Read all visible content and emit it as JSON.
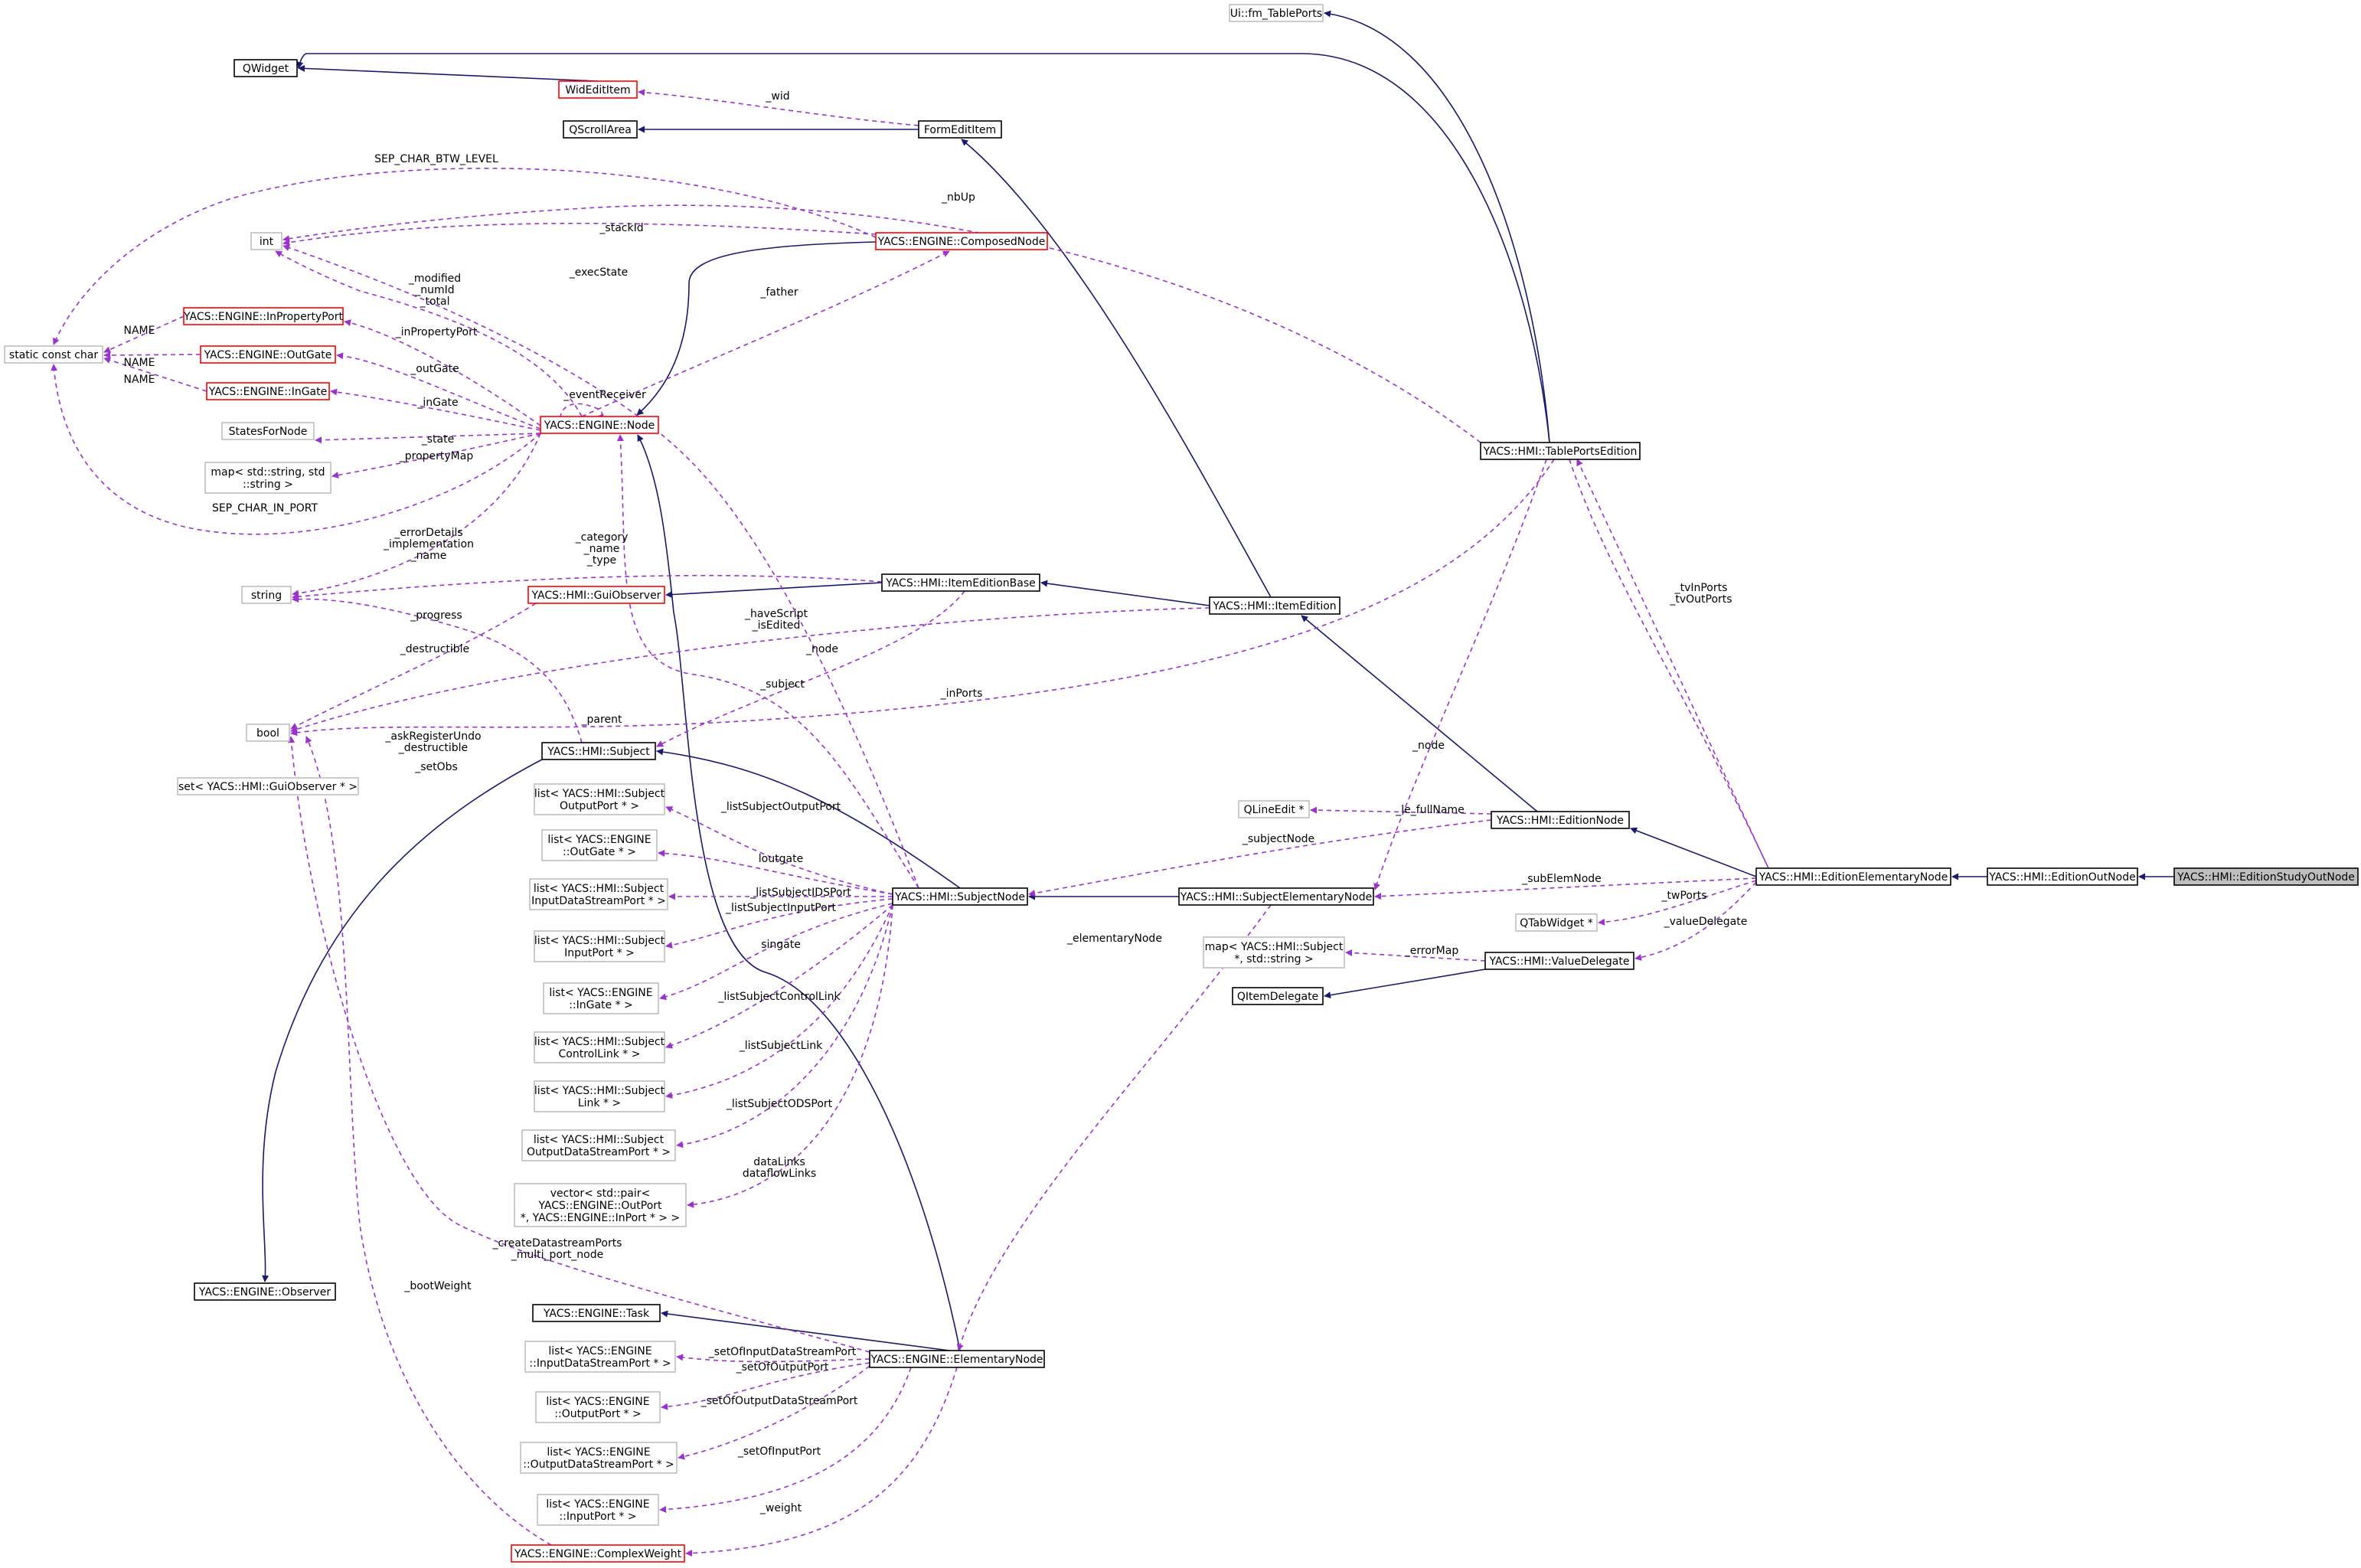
{
  "colors": {
    "inherit": "#191970",
    "member": "#9a32cd",
    "node_black": "#000000",
    "node_red": "#ff0000",
    "node_gray": "#bfbfbf",
    "highlight_fill": "#bfbfbf"
  },
  "nodes": {
    "ui_fm_tableports": {
      "lines": [
        "Ui::fm_TablePorts"
      ],
      "style": "gray"
    },
    "qwidget": {
      "lines": [
        "QWidget"
      ],
      "style": "black"
    },
    "wideditem": {
      "lines": [
        "WidEditItem"
      ],
      "style": "red"
    },
    "qscrollarea": {
      "lines": [
        "QScrollArea"
      ],
      "style": "black"
    },
    "formedititem": {
      "lines": [
        "FormEditItem"
      ],
      "style": "black"
    },
    "int": {
      "lines": [
        "int"
      ],
      "style": "gray"
    },
    "composednode": {
      "lines": [
        "YACS::ENGINE::ComposedNode"
      ],
      "style": "red"
    },
    "static_const_char": {
      "lines": [
        "static const char"
      ],
      "style": "gray"
    },
    "inpropertyport": {
      "lines": [
        "YACS::ENGINE::InPropertyPort"
      ],
      "style": "red"
    },
    "outgate": {
      "lines": [
        "YACS::ENGINE::OutGate"
      ],
      "style": "red"
    },
    "ingate": {
      "lines": [
        "YACS::ENGINE::InGate"
      ],
      "style": "red"
    },
    "engine_node": {
      "lines": [
        "YACS::ENGINE::Node"
      ],
      "style": "red"
    },
    "statesfornode": {
      "lines": [
        "StatesForNode"
      ],
      "style": "gray"
    },
    "map_string": {
      "lines": [
        "map< std::string, std",
        "::string >"
      ],
      "style": "gray"
    },
    "tableportsedition": {
      "lines": [
        "YACS::HMI::TablePortsEdition"
      ],
      "style": "black"
    },
    "string": {
      "lines": [
        "string"
      ],
      "style": "gray"
    },
    "guiobserver": {
      "lines": [
        "YACS::HMI::GuiObserver"
      ],
      "style": "red"
    },
    "itemeditionbase": {
      "lines": [
        "YACS::HMI::ItemEditionBase"
      ],
      "style": "black"
    },
    "itemedition": {
      "lines": [
        "YACS::HMI::ItemEdition"
      ],
      "style": "black"
    },
    "bool": {
      "lines": [
        "bool"
      ],
      "style": "gray"
    },
    "subject": {
      "lines": [
        "YACS::HMI::Subject"
      ],
      "style": "black"
    },
    "set_guiobserver": {
      "lines": [
        "set< YACS::HMI::GuiObserver * >"
      ],
      "style": "gray"
    },
    "qlineedit": {
      "lines": [
        "QLineEdit *"
      ],
      "style": "gray"
    },
    "editionnode": {
      "lines": [
        "YACS::HMI::EditionNode"
      ],
      "style": "black"
    },
    "list_sub_outport": {
      "lines": [
        "list< YACS::HMI::Subject",
        "OutputPort * >"
      ],
      "style": "gray"
    },
    "list_eng_outgate": {
      "lines": [
        "list< YACS::ENGINE",
        "::OutGate * >"
      ],
      "style": "gray"
    },
    "list_sub_idsport": {
      "lines": [
        "list< YACS::HMI::Subject",
        "InputDataStreamPort * >"
      ],
      "style": "gray"
    },
    "subjectnode": {
      "lines": [
        "YACS::HMI::SubjectNode"
      ],
      "style": "black"
    },
    "subjectelementarynode": {
      "lines": [
        "YACS::HMI::SubjectElementaryNode"
      ],
      "style": "black"
    },
    "editionelementarynode": {
      "lines": [
        "YACS::HMI::EditionElementaryNode"
      ],
      "style": "black"
    },
    "editionoutnode": {
      "lines": [
        "YACS::HMI::EditionOutNode"
      ],
      "style": "black"
    },
    "editionstudyoutnode": {
      "lines": [
        "YACS::HMI::EditionStudyOutNode"
      ],
      "style": "highlight"
    },
    "qtabwidget": {
      "lines": [
        "QTabWidget *"
      ],
      "style": "gray"
    },
    "list_sub_inport": {
      "lines": [
        "list< YACS::HMI::Subject",
        "InputPort * >"
      ],
      "style": "gray"
    },
    "map_subject": {
      "lines": [
        "map< YACS::HMI::Subject",
        "*, std::string >"
      ],
      "style": "gray"
    },
    "valuedelegate": {
      "lines": [
        "YACS::HMI::ValueDelegate"
      ],
      "style": "black"
    },
    "qitemdelegate": {
      "lines": [
        "QItemDelegate"
      ],
      "style": "black"
    },
    "list_eng_ingate": {
      "lines": [
        "list< YACS::ENGINE",
        "::InGate * >"
      ],
      "style": "gray"
    },
    "list_sub_controllink": {
      "lines": [
        "list< YACS::HMI::Subject",
        "ControlLink * >"
      ],
      "style": "gray"
    },
    "list_sub_link": {
      "lines": [
        "list< YACS::HMI::Subject",
        "Link * >"
      ],
      "style": "gray"
    },
    "list_sub_odsport": {
      "lines": [
        "list< YACS::HMI::Subject",
        "OutputDataStreamPort * >"
      ],
      "style": "gray"
    },
    "vector_pair": {
      "lines": [
        "vector< std::pair<",
        "YACS::ENGINE::OutPort",
        "*, YACS::ENGINE::InPort * > >"
      ],
      "style": "gray"
    },
    "observer": {
      "lines": [
        "YACS::ENGINE::Observer"
      ],
      "style": "black"
    },
    "task": {
      "lines": [
        "YACS::ENGINE::Task"
      ],
      "style": "black"
    },
    "list_eng_idsport": {
      "lines": [
        "list< YACS::ENGINE",
        "::InputDataStreamPort * >"
      ],
      "style": "gray"
    },
    "elementarynode": {
      "lines": [
        "YACS::ENGINE::ElementaryNode"
      ],
      "style": "black"
    },
    "list_eng_outputport": {
      "lines": [
        "list< YACS::ENGINE",
        "::OutputPort * >"
      ],
      "style": "gray"
    },
    "list_eng_odsport": {
      "lines": [
        "list< YACS::ENGINE",
        "::OutputDataStreamPort * >"
      ],
      "style": "gray"
    },
    "list_eng_inputport": {
      "lines": [
        "list< YACS::ENGINE",
        "::InputPort * >"
      ],
      "style": "gray"
    },
    "complexweight": {
      "lines": [
        "YACS::ENGINE::ComplexWeight"
      ],
      "style": "red"
    }
  },
  "edge_labels": {
    "wid": "_wid",
    "sep_char_btw_level": "SEP_CHAR_BTW_LEVEL",
    "nbup": "_nbUp",
    "stackid": "_stackId",
    "execstate": "_execState",
    "modified": "_modified\n_numId\n_total",
    "father": "_father",
    "name1": "NAME",
    "name2": "NAME",
    "name3": "NAME",
    "inpropertyport": "_inPropertyPort",
    "outgate": "_outGate",
    "ingate": "_inGate",
    "eventreceiver": "_eventReceiver",
    "state": "_state",
    "propertymap": "_propertyMap",
    "sep_char_in_port": "SEP_CHAR_IN_PORT",
    "errordetails": "_errorDetails\n_implementation\n_name",
    "category": "_category\n_name\n_type",
    "progress": "_progress",
    "havescript": "_haveScript\n_isEdited",
    "destructible": "_destructible",
    "node1": "_node",
    "subject": "_subject",
    "inports": "_inPorts",
    "parent": "_parent",
    "askregisterundo": "_askRegisterUndo\n_destructible",
    "setobs": "_setObs",
    "tvinports": "_tvInPorts\n_tvOutPorts",
    "node2": "_node",
    "le_fullname": "_le_fullName",
    "subjectnode": "_subjectNode",
    "listsubjectoutputport": "_listSubjectOutputPort",
    "loutgate": "loutgate",
    "subelemnode": "_subElemNode",
    "listsubjectidsport": "_listSubjectIDSPort",
    "listsubjectinputport": "_listSubjectInputPort",
    "twports": "_twPorts",
    "valuedelegate": "_valueDelegate",
    "errormap": "_errorMap",
    "singate": "singate",
    "elementarynode": "_elementaryNode",
    "listsubjectcontrollink": "_listSubjectControlLink",
    "listsubjectlink": "_listSubjectLink",
    "listsubjectodsport": "_listSubjectODSPort",
    "datalinks": "dataLinks\ndataflowLinks",
    "createdatastreamports": "_createDatastreamPorts\n_multi_port_node",
    "bootweight": "_bootWeight",
    "setofinputdatastreamport": "_setOfInputDataStreamPort",
    "setofoutputport": "_setOfOutputPort",
    "setofoutputdatastreamport": "_setOfOutputDataStreamPort",
    "setofinputport": "_setOfInputPort",
    "weight": "_weight"
  }
}
